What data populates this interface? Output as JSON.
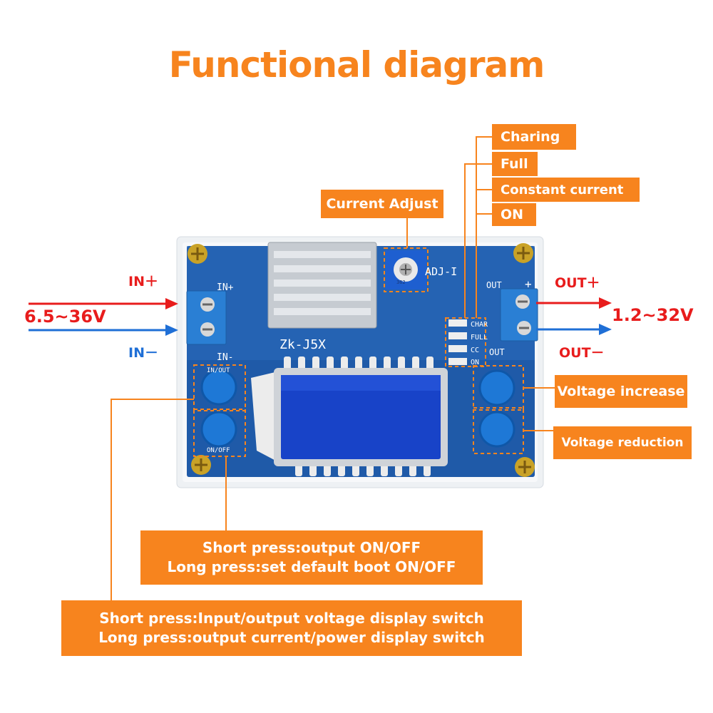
{
  "title": "Functional diagram",
  "colors": {
    "orange": "#f7841e",
    "title": "#f7841e",
    "input_plus": "#e81c1c",
    "input_minus": "#1f6fd6",
    "pcb": "#1f5aa8",
    "screen": "#1843c8",
    "button": "#1e78d6"
  },
  "input": {
    "plus_label": "IN＋",
    "minus_label": "IN－",
    "voltage": "6.5~36V"
  },
  "output": {
    "plus_label": "OUT＋",
    "minus_label": "OUT－",
    "voltage": "1.2~32V"
  },
  "callouts": {
    "current_adjust": "Current Adjust",
    "led_charging": "Charing",
    "led_full": "Full",
    "led_constant_current": "Constant current",
    "led_on": "ON",
    "voltage_increase": "Voltage increase",
    "voltage_reduction": "Voltage reduction",
    "onoff_line1": "Short press:output ON/OFF",
    "onoff_line2": "Long press:set default boot ON/OFF",
    "inout_line1": "Short press:Input/output voltage display switch",
    "inout_line2": "Long press:output current/power display switch"
  },
  "board": {
    "model": "Zk-J5X",
    "silk_in_plus": "IN+",
    "silk_in_minus": "IN-",
    "silk_out_plus": "+",
    "silk_out": "OUT",
    "silk_adj": "ADJ-I",
    "silk_char": "CHAR",
    "silk_full": "FULL",
    "silk_cc": "CC",
    "silk_on": "ON",
    "silk_in_out": "IN/OUT",
    "silk_on_off": "ON/OFF",
    "pot_text": "362"
  },
  "icons": [
    "screw-icon",
    "arrow-right-icon"
  ]
}
